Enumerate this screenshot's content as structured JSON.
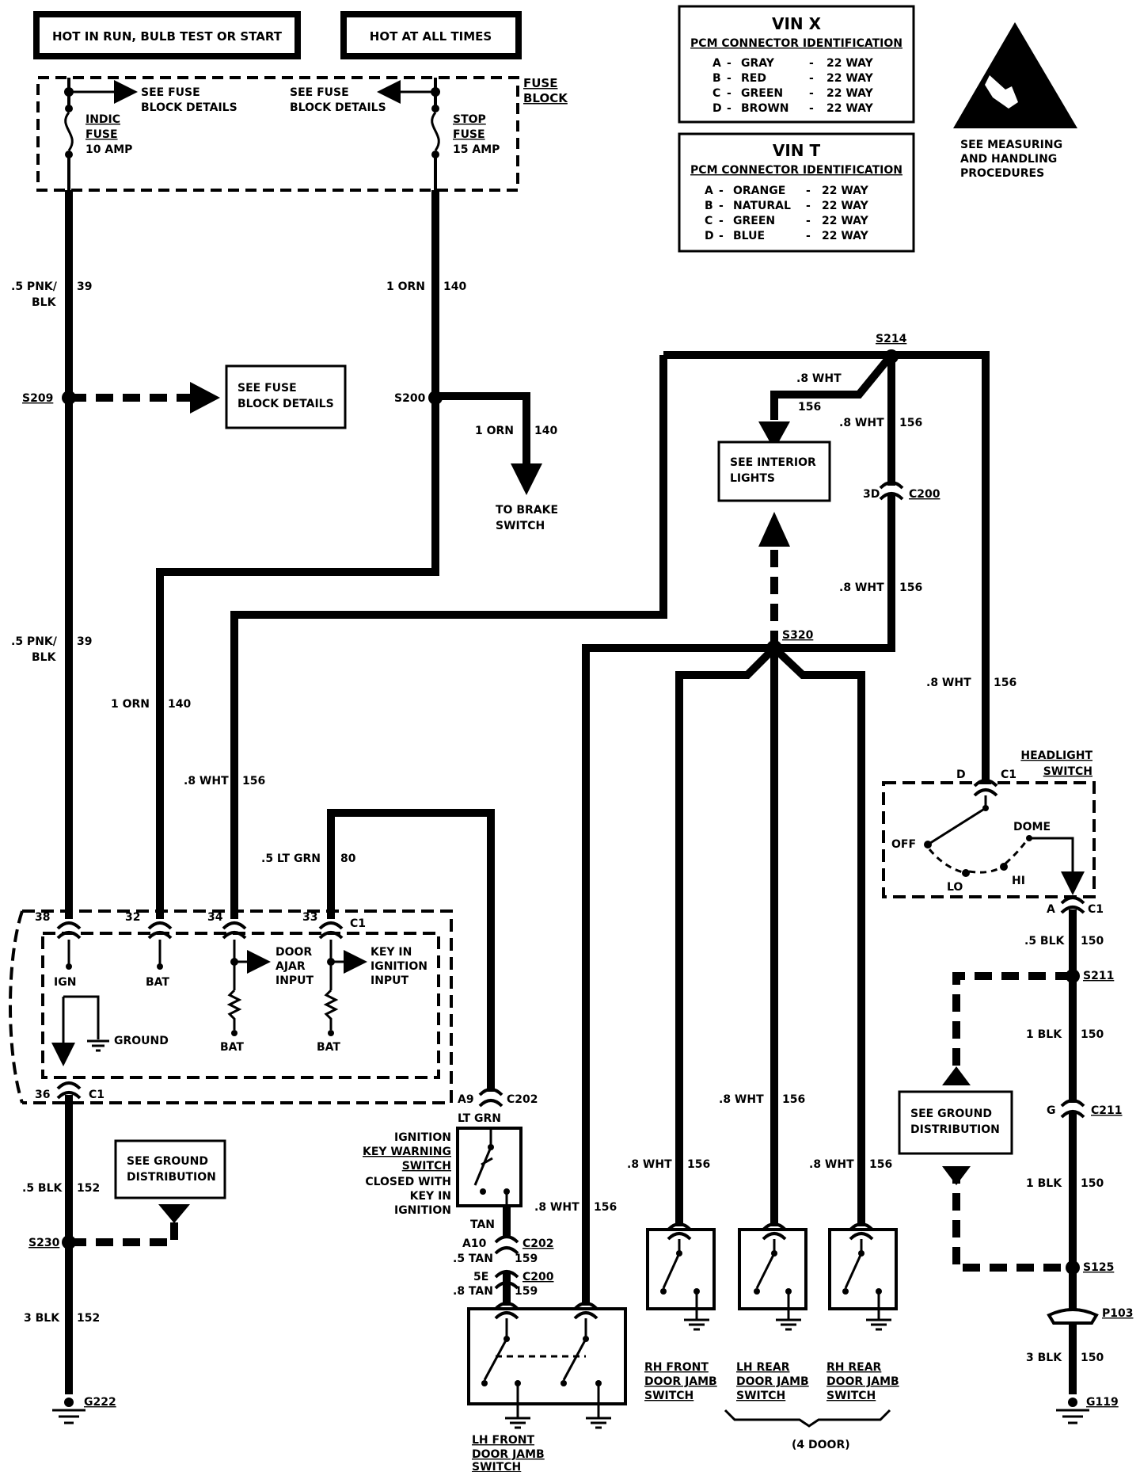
{
  "power_labels": {
    "hot_in_run": "HOT IN RUN, BULB TEST OR START",
    "hot_at_all_times": "HOT AT ALL TIMES"
  },
  "fuse_block": {
    "label_line1": "FUSE",
    "label_line2": "BLOCK",
    "see_fuse_left_line1": "SEE FUSE",
    "see_fuse_left_line2": "BLOCK DETAILS",
    "see_fuse_right_line1": "SEE FUSE",
    "see_fuse_right_line2": "BLOCK DETAILS",
    "indic_line1": "INDIC",
    "indic_line2": "FUSE",
    "indic_line3": "10 AMP",
    "stop_line1": "STOP",
    "stop_line2": "FUSE",
    "stop_line3": "15 AMP"
  },
  "vin_x": {
    "title": "VIN X",
    "subtitle": "PCM CONNECTOR IDENTIFICATION",
    "rows": [
      {
        "id": "A",
        "color": "GRAY",
        "ways": "22 WAY"
      },
      {
        "id": "B",
        "color": "RED",
        "ways": "22 WAY"
      },
      {
        "id": "C",
        "color": "GREEN",
        "ways": "22 WAY"
      },
      {
        "id": "D",
        "color": "BROWN",
        "ways": "22 WAY"
      }
    ]
  },
  "vin_t": {
    "title": "VIN T",
    "subtitle": "PCM CONNECTOR IDENTIFICATION",
    "rows": [
      {
        "id": "A",
        "color": "ORANGE",
        "ways": "22 WAY"
      },
      {
        "id": "B",
        "color": "NATURAL",
        "ways": "22 WAY"
      },
      {
        "id": "C",
        "color": "GREEN",
        "ways": "22 WAY"
      },
      {
        "id": "D",
        "color": "BLUE",
        "ways": "22 WAY"
      }
    ]
  },
  "esd_note": {
    "line1": "SEE MEASURING",
    "line2": "AND HANDLING",
    "line3": "PROCEDURES"
  },
  "wires": {
    "pnk_blk_size_a": ".5 PNK/",
    "pnk_blk_size_b": "BLK",
    "pnk_blk_circuit": "39",
    "orn_size": "1 ORN",
    "orn_circuit": "140",
    "wht_size": ".8 WHT",
    "wht_circuit": "156",
    "ltgrn_size": ".5 LT GRN",
    "ltgrn_circuit": "80",
    "blk5_size": ".5 BLK",
    "blk5_circuit_152": "152",
    "blk3_size": "3 BLK",
    "blk5_circuit_150": "150",
    "blk1_size": "1 BLK",
    "ltgrn_plain": "LT GRN",
    "tan_plain": "TAN",
    "tan5_size": ".5 TAN",
    "tan8_size": ".8 TAN",
    "tan_circuit": "159"
  },
  "splices": {
    "s209": "S209",
    "s200": "S200",
    "s214": "S214",
    "s320": "S320",
    "s211": "S211",
    "s230": "S230",
    "s125": "S125"
  },
  "boxes": {
    "see_fuse_details_line1": "SEE FUSE",
    "see_fuse_details_line2": "BLOCK DETAILS",
    "to_brake_line1": "TO BRAKE",
    "to_brake_line2": "SWITCH",
    "interior_line1": "SEE INTERIOR",
    "interior_line2": "LIGHTS",
    "ground_dist_left_line1": "SEE GROUND",
    "ground_dist_left_line2": "DISTRIBUTION",
    "ground_dist_right_line1": "SEE GROUND",
    "ground_dist_right_line2": "DISTRIBUTION"
  },
  "connectors": {
    "c200": "C200",
    "c200_pin_3d": "3D",
    "c202": "C202",
    "c202_pin_a9": "A9",
    "c202_pin_a10": "A10",
    "c200_pin_5e": "5E",
    "c211": "C211",
    "c211_pin_g": "G",
    "c1": "C1",
    "p103": "P103",
    "pin_d": "D",
    "pin_a": "A",
    "pin_38": "38",
    "pin_32": "32",
    "pin_34": "34",
    "pin_33": "33",
    "pin_36": "36"
  },
  "module": {
    "ign": "IGN",
    "bat": "BAT",
    "door_ajar_line1": "DOOR",
    "door_ajar_line2": "AJAR",
    "door_ajar_line3": "INPUT",
    "key_in_line1": "KEY IN",
    "key_in_line2": "IGNITION",
    "key_in_line3": "INPUT",
    "ground": "GROUND"
  },
  "headlight": {
    "title_line1": "HEADLIGHT",
    "title_line2": "SWITCH",
    "off": "OFF",
    "dome": "DOME",
    "lo": "LO",
    "hi": "HI"
  },
  "ignition_switch": {
    "line1": "IGNITION",
    "line2": "KEY WARNING",
    "line3": "SWITCH",
    "line4": "CLOSED WITH",
    "line5": "KEY IN",
    "line6": "IGNITION"
  },
  "grounds": {
    "g222": "G222",
    "g119": "G119"
  },
  "door_switches": {
    "lh_front_line1": "LH FRONT",
    "lh_front_line2": "DOOR JAMB",
    "lh_front_line3": "SWITCH",
    "rh_front_line1": "RH FRONT",
    "rh_front_line2": "DOOR JAMB",
    "rh_front_line3": "SWITCH",
    "lh_rear_line1": "LH REAR",
    "lh_rear_line2": "DOOR JAMB",
    "lh_rear_line3": "SWITCH",
    "rh_rear_line1": "RH REAR",
    "rh_rear_line2": "DOOR JAMB",
    "rh_rear_line3": "SWITCH",
    "four_door": "(4 DOOR)"
  }
}
